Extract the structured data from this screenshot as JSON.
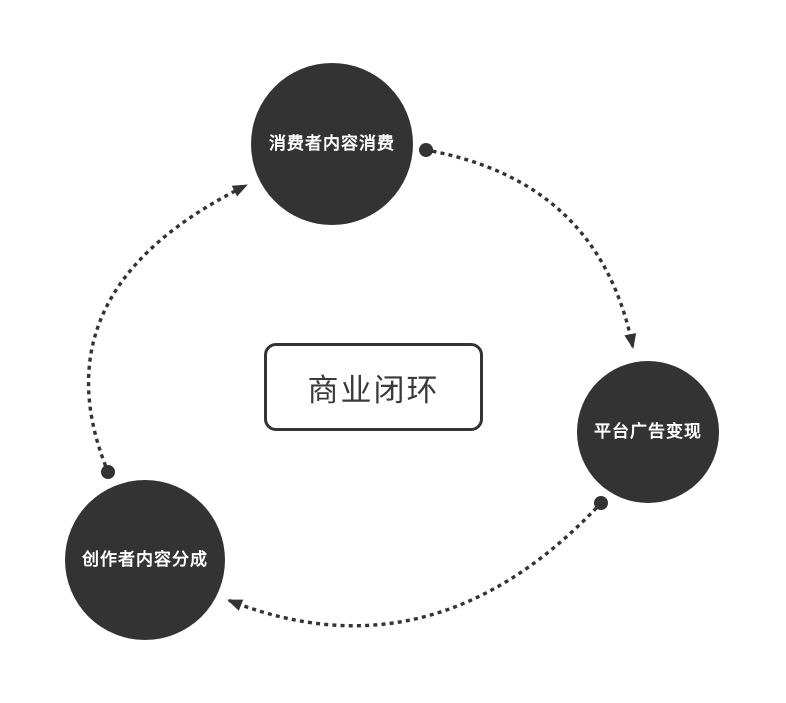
{
  "diagram": {
    "center": {
      "label": "商业闭环"
    },
    "nodes": [
      {
        "id": "consumer",
        "label": "消费者内容消费",
        "position": "top"
      },
      {
        "id": "platform",
        "label": "平台广告变现",
        "position": "right"
      },
      {
        "id": "creator",
        "label": "创作者内容分成",
        "position": "bottom-left"
      }
    ],
    "edges": [
      {
        "from": "consumer",
        "to": "platform",
        "style": "dotted-arc",
        "marker_start": "dot",
        "marker_end": "arrow"
      },
      {
        "from": "platform",
        "to": "creator",
        "style": "dotted-arc",
        "marker_start": "dot",
        "marker_end": "arrow"
      },
      {
        "from": "creator",
        "to": "consumer",
        "style": "dotted-arc",
        "marker_start": "dot",
        "marker_end": "arrow"
      }
    ],
    "colors": {
      "background": "#ffffff",
      "node_fill": "#333333",
      "node_text": "#ffffff",
      "edge": "#333333",
      "center_border": "#333333",
      "center_text": "#3a3a3a"
    }
  }
}
